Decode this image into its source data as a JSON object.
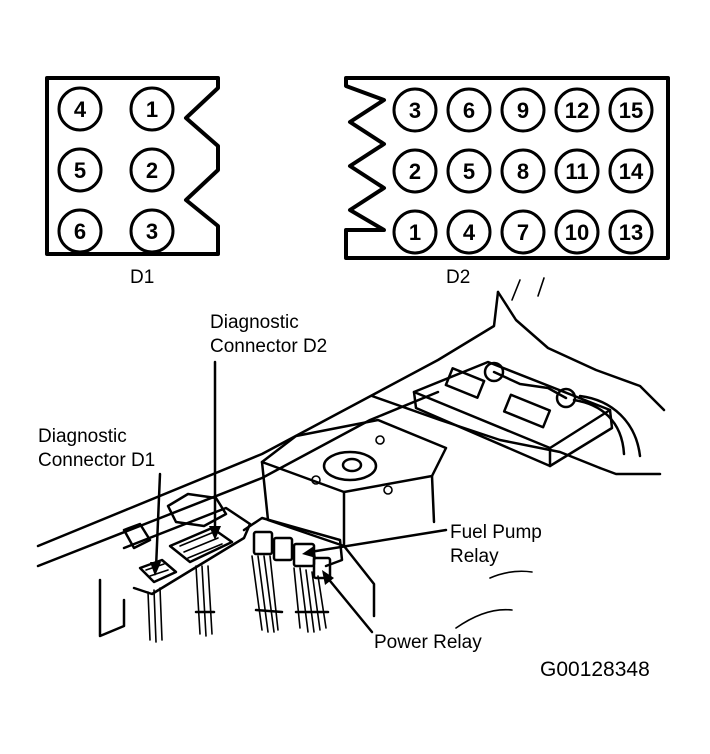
{
  "connectors": {
    "d1": {
      "caption": "D1",
      "pins": [
        "4",
        "1",
        "5",
        "2",
        "6",
        "3"
      ]
    },
    "d2": {
      "caption": "D2",
      "pins": [
        "3",
        "6",
        "9",
        "12",
        "15",
        "2",
        "5",
        "8",
        "11",
        "14",
        "1",
        "4",
        "7",
        "10",
        "13"
      ]
    }
  },
  "callouts": {
    "diag_d2": [
      "Diagnostic",
      "Connector D2"
    ],
    "diag_d1": [
      "Diagnostic",
      "Connector D1"
    ],
    "fuel_pump_relay": [
      "Fuel Pump",
      "Relay"
    ],
    "power_relay": "Power Relay"
  },
  "figure_code": "G00128348"
}
